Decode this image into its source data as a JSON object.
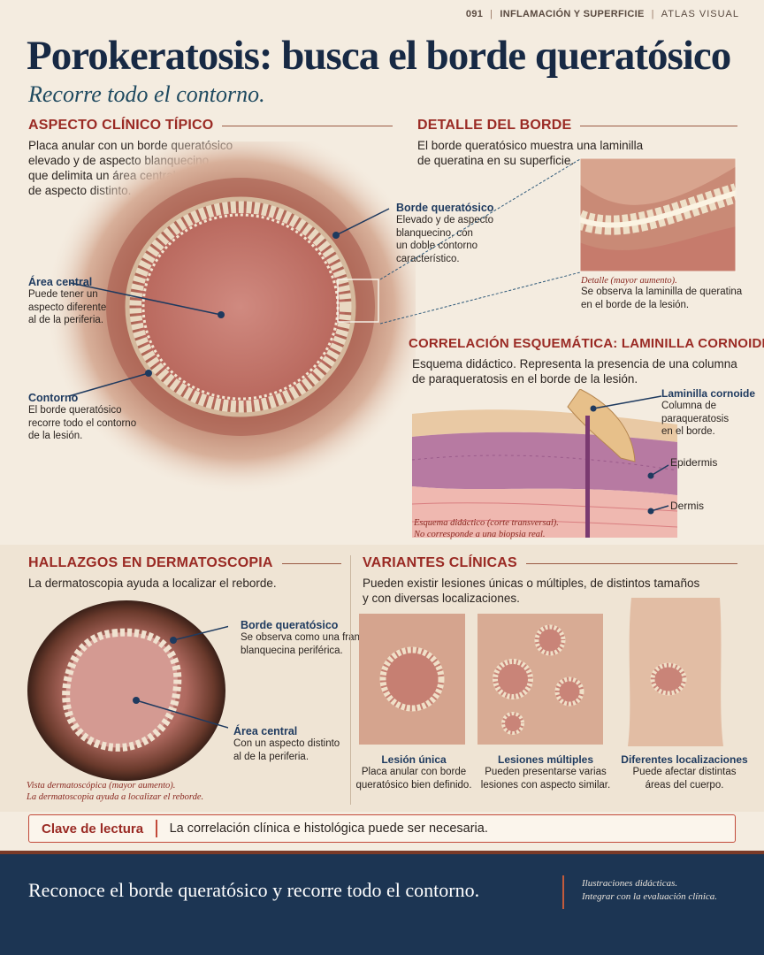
{
  "meta": {
    "page": "091",
    "section": "INFLAMACIÓN Y SUPERFICIE",
    "series": "ATLAS VISUAL"
  },
  "header": {
    "title": "Porokeratosis: busca el borde queratósico",
    "subtitle": "Recorre todo el contorno."
  },
  "clinical": {
    "heading": "ASPECTO CLÍNICO TÍPICO",
    "text": [
      "Placa anular con un borde queratósico",
      "elevado y de aspecto blanquecino,",
      "que delimita un área central de piel",
      "de aspecto distinto."
    ],
    "labels": {
      "border": {
        "title": "Borde queratósico",
        "lines": [
          "Elevado y de aspecto",
          "blanquecino, con",
          "un doble contorno",
          "característico."
        ]
      },
      "center": {
        "title": "Área central",
        "lines": [
          "Puede tener un",
          "aspecto diferente",
          "al de la periferia."
        ]
      },
      "contour": {
        "title": "Contorno",
        "lines": [
          "El borde queratósico",
          "recorre todo el contorno",
          "de la lesión."
        ]
      }
    }
  },
  "border_detail": {
    "heading": "DETALLE DEL BORDE",
    "text": [
      "El borde queratósico muestra una laminilla",
      "de queratina en su superficie."
    ],
    "caption_italic": "Detalle (mayor aumento).",
    "caption_lines": [
      "Se observa la laminilla de queratina",
      "en el borde de la lesión."
    ]
  },
  "schematic": {
    "heading": "CORRELACIÓN ESQUEMÁTICA: LAMINILLA CORNOIDE",
    "text": [
      "Esquema didáctico. Representa la presencia de una columna",
      "de paraqueratosis en el borde de la lesión."
    ],
    "labels": {
      "lamella": {
        "title": "Laminilla cornoide",
        "lines": [
          "Columna de",
          "paraqueratosis",
          "en el borde."
        ]
      },
      "epidermis": "Epidermis",
      "dermis": "Dermis"
    },
    "caption": [
      "Esquema didáctico (corte transversal).",
      "No corresponde a una biopsia real."
    ]
  },
  "dermoscopy": {
    "heading": "HALLAZGOS EN DERMATOSCOPIA",
    "text": "La dermatoscopia ayuda a localizar el reborde.",
    "labels": {
      "border": {
        "title": "Borde queratósico",
        "lines": [
          "Se observa como una franja",
          "blanquecina periférica."
        ]
      },
      "center": {
        "title": "Área central",
        "lines": [
          "Con un aspecto distinto",
          "al de la periferia."
        ]
      }
    },
    "caption": [
      "Vista dermatoscópica (mayor aumento).",
      "La dermatoscopia ayuda a localizar el reborde."
    ]
  },
  "variants": {
    "heading": "VARIANTES CLÍNICAS",
    "text": [
      "Pueden existir lesiones únicas o múltiples, de distintos tamaños",
      "y con diversas localizaciones."
    ],
    "items": [
      {
        "title": "Lesión única",
        "lines": [
          "Placa anular con borde",
          "queratósico bien definido."
        ]
      },
      {
        "title": "Lesiones múltiples",
        "lines": [
          "Pueden presentarse varias",
          "lesiones con aspecto similar."
        ]
      },
      {
        "title": "Diferentes localizaciones",
        "lines": [
          "Puede afectar distintas",
          "áreas del cuerpo."
        ]
      }
    ]
  },
  "key": {
    "label": "Clave de lectura",
    "text": "La correlación clínica e histológica puede ser necesaria."
  },
  "footer": {
    "main": "Reconoce el borde queratósico y recorre todo el contorno.",
    "note": [
      "Ilustraciones didácticas.",
      "Integrar con la evaluación clínica."
    ]
  },
  "colors": {
    "navy": "#172944",
    "accent_red": "#9a2a24",
    "footer_bg": "#1c3553",
    "label_blue": "#1e3a5f"
  }
}
